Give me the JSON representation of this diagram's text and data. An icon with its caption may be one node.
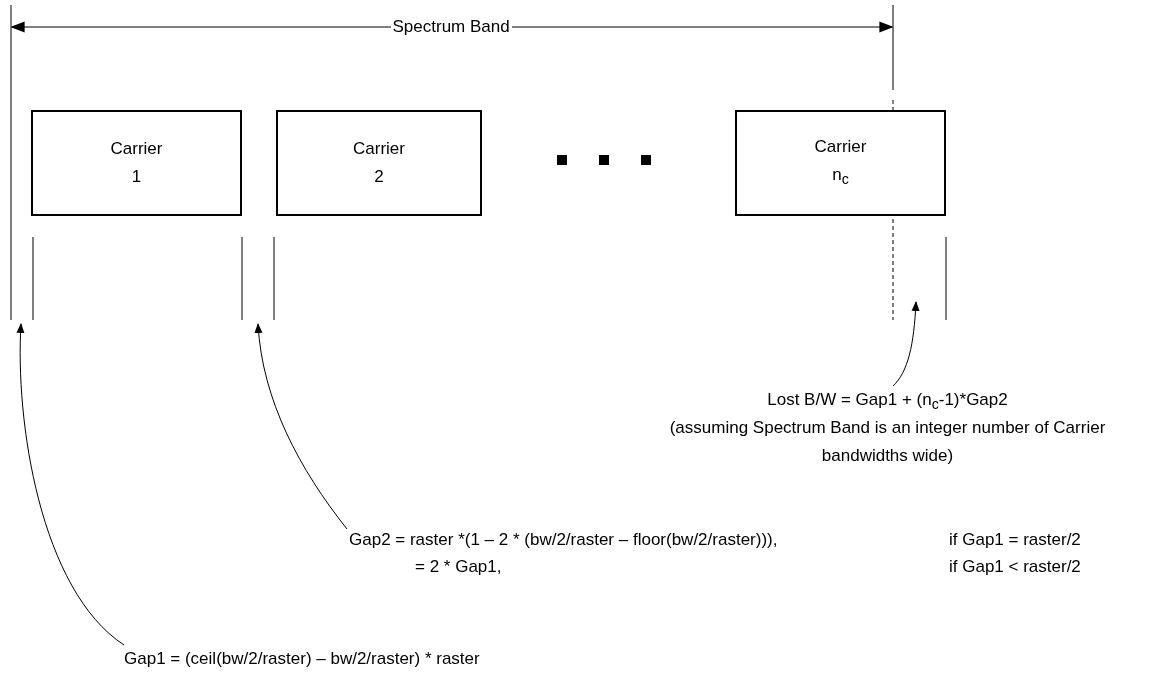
{
  "diagram": {
    "nodes": [
      {
        "text": [
          "Carrier 1"
        ]
      },
      {
        "text": [
          "Carrier 2"
        ]
      },
      {
        "text": [
          "Carrier n$_{c}$"
        ]
      },
      {
        "text": [
          "Lost B/W = Gap1 + (n$_{c}$-1)*Gap2",
          "(assuming Spectrum Band is an integer number of Carrier bandwidths wide)"
        ]
      },
      {
        "text": [
          "Gap2 = raster *(1 – 2 * (bw/2/raster – floor(bw/2/raster))),",
          "if Gap1 = raster/2",
          "= 2 * Gap1,",
          "if Gap1 < raster/2"
        ]
      },
      {
        "text": [
          "Gap1 = (ceil(bw/2/raster) – bw/2/raster) * raster"
        ]
      }
    ],
    "edges": [
      {
        "from": 3,
        "to": null,
        "arrow": "to"
      },
      {
        "from": 4,
        "to": null,
        "arrow": "to"
      },
      {
        "from": 5,
        "to": null,
        "arrow": "to"
      }
    ],
    "labels": [
      "Spectrum Band"
    ]
  }
}
